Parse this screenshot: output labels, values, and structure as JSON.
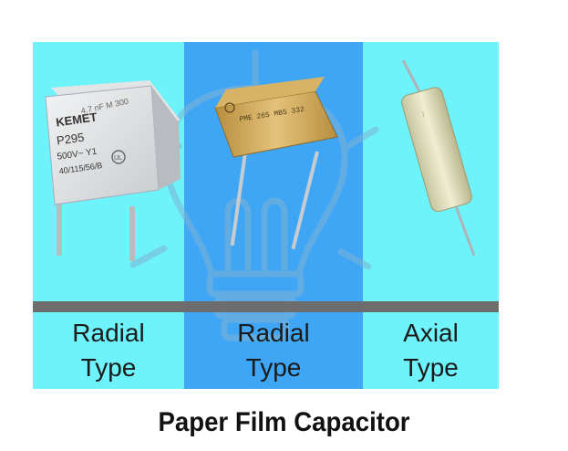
{
  "panels": [
    {
      "label_line1": "Radial",
      "label_line2": "Type"
    },
    {
      "label_line1": "Radial",
      "label_line2": "Type"
    },
    {
      "label_line1": "Axial",
      "label_line2": "Type"
    }
  ],
  "capacitor1": {
    "brand": "KEMET",
    "model": "P295",
    "rating": "500V~ Y1",
    "code": "40/115/56/B",
    "top_text": "4.7 nF M 300"
  },
  "capacitor2": {
    "marking": "PME 265 MB5 332"
  },
  "caption": "Paper Film Capacitor",
  "colors": {
    "panel_light": "#6ff3fb",
    "panel_dark": "#3fa6f6",
    "divider": "#6d6d6d"
  }
}
